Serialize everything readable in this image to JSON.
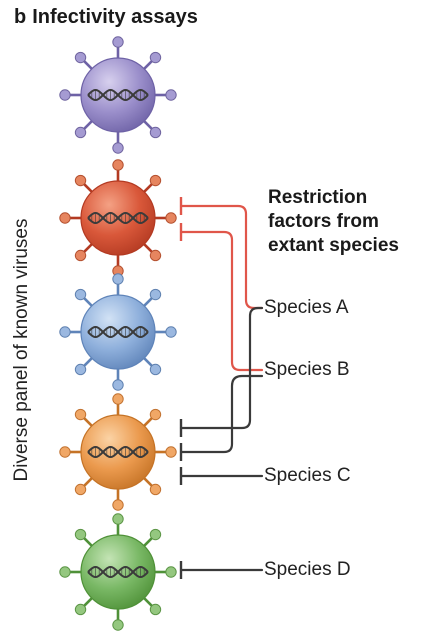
{
  "title": {
    "panel": "b",
    "text": "Infectivity assays"
  },
  "axis_label": "Diverse panel of known viruses",
  "heading": [
    "Restriction",
    "factors from",
    "extant species"
  ],
  "species": [
    "Species A",
    "Species B",
    "Species C",
    "Species D"
  ],
  "viruses": [
    {
      "fill": "#9b8fcb",
      "light": "#d7d0ee",
      "dark": "#6e62a6",
      "knob": "#a59bd2",
      "knob_edge": "#6f649f"
    },
    {
      "fill": "#d9583a",
      "light": "#f4a184",
      "dark": "#b33a22",
      "knob": "#e6855f",
      "knob_edge": "#b4502f"
    },
    {
      "fill": "#8fb0dc",
      "light": "#d2e2f5",
      "dark": "#5f84b9",
      "knob": "#9bb8e0",
      "knob_edge": "#5f81b0"
    },
    {
      "fill": "#eb9a4e",
      "light": "#fbd3a5",
      "dark": "#c57326",
      "knob": "#f0a766",
      "knob_edge": "#c27230"
    },
    {
      "fill": "#79b865",
      "light": "#c4e4b5",
      "dark": "#4f9138",
      "knob": "#94c77f",
      "knob_edge": "#5b9545"
    }
  ],
  "colors": {
    "red_line": "#e0564a",
    "black_line": "#3a3a3a",
    "dna": "#3b3b3b"
  }
}
